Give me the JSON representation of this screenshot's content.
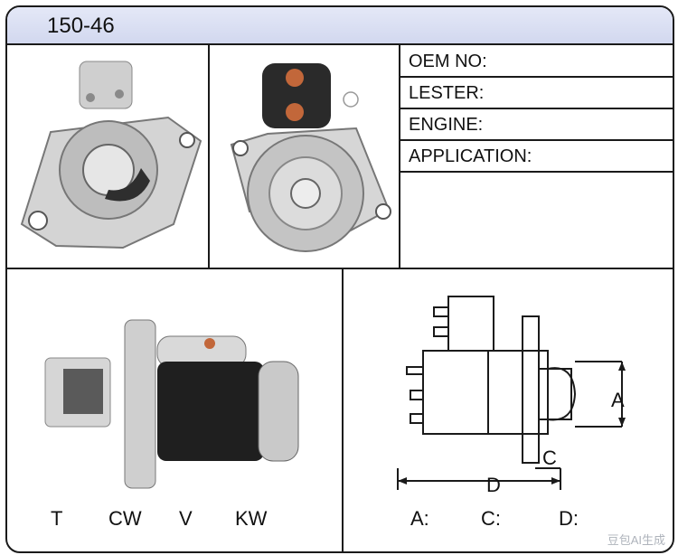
{
  "title": "150-46",
  "info_rows": [
    "OEM NO:",
    "LESTER:",
    "ENGINE:",
    "APPLICATION:"
  ],
  "photos": {
    "front_view": "starter-front-photo",
    "rear_view": "starter-rear-photo",
    "side_view": "starter-side-photo"
  },
  "diagram_labels": {
    "a": "A",
    "c": "C",
    "d": "D"
  },
  "specs_left": [
    "T",
    "CW",
    "V",
    "KW"
  ],
  "specs_right": [
    "A:",
    "C:",
    "D:"
  ],
  "watermark": "豆包AI生成",
  "colors": {
    "border": "#1a1a1a",
    "header_bg": "#d2d8ef",
    "metal": "#c9c9c9",
    "dark_metal": "#3a3a3a",
    "copper": "#c2673a"
  }
}
